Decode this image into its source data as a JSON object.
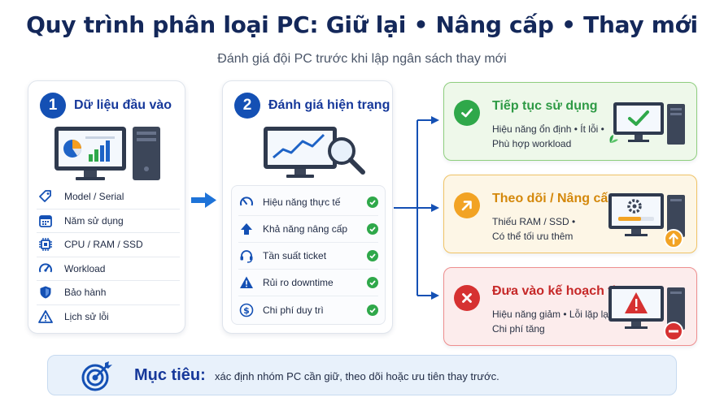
{
  "title": "Quy trình phân loại PC: Giữ lại • Nâng cấp • Thay mới",
  "subtitle": "Đánh giá đội PC trước khi lập ngân sách thay mới",
  "steps": [
    {
      "number": "1",
      "title": "Dữ liệu đầu vào",
      "items": [
        {
          "icon": "tag-icon",
          "label": "Model / Serial"
        },
        {
          "icon": "calendar-icon",
          "label": "Năm sử dụng"
        },
        {
          "icon": "chip-icon",
          "label": "CPU / RAM / SSD"
        },
        {
          "icon": "gauge-icon",
          "label": "Workload"
        },
        {
          "icon": "shield-icon",
          "label": "Bảo hành"
        },
        {
          "icon": "warning-icon",
          "label": "Lịch sử lỗi"
        }
      ]
    },
    {
      "number": "2",
      "title": "Đánh giá hiện trạng",
      "items": [
        {
          "icon": "speedometer-icon",
          "label": "Hiệu năng thực tế"
        },
        {
          "icon": "arrow-up-icon",
          "label": "Khả năng nâng cấp"
        },
        {
          "icon": "headset-icon",
          "label": "Tần suất ticket"
        },
        {
          "icon": "alert-icon",
          "label": "Rủi ro downtime"
        },
        {
          "icon": "dollar-icon",
          "label": "Chi phí duy trì"
        }
      ]
    }
  ],
  "outcomes": [
    {
      "key": "keep",
      "title": "Tiếp tục sử dụng",
      "lines": [
        "Hiệu năng ổn định • Ít lỗi •",
        "Phù hợp workload"
      ],
      "color": "#2e9a45"
    },
    {
      "key": "upgrade",
      "title": "Theo dõi / Nâng cấp",
      "lines": [
        "Thiếu RAM / SSD •",
        "Có thể tối ưu thêm"
      ],
      "color": "#d4880b"
    },
    {
      "key": "replace",
      "title": "Đưa vào kế hoạch thay",
      "lines": [
        "Hiệu năng giảm • Lỗi lặp lại •",
        "Chi phí tăng"
      ],
      "color": "#c62828"
    }
  ],
  "goal": {
    "label": "Mục tiêu:",
    "text": "xác định nhóm PC cần giữ, theo dõi hoặc ưu tiên thay trước."
  },
  "colors": {
    "primary": "#1450b4",
    "green": "#2fa84a",
    "orange": "#f0a020",
    "red": "#d32f2f"
  }
}
